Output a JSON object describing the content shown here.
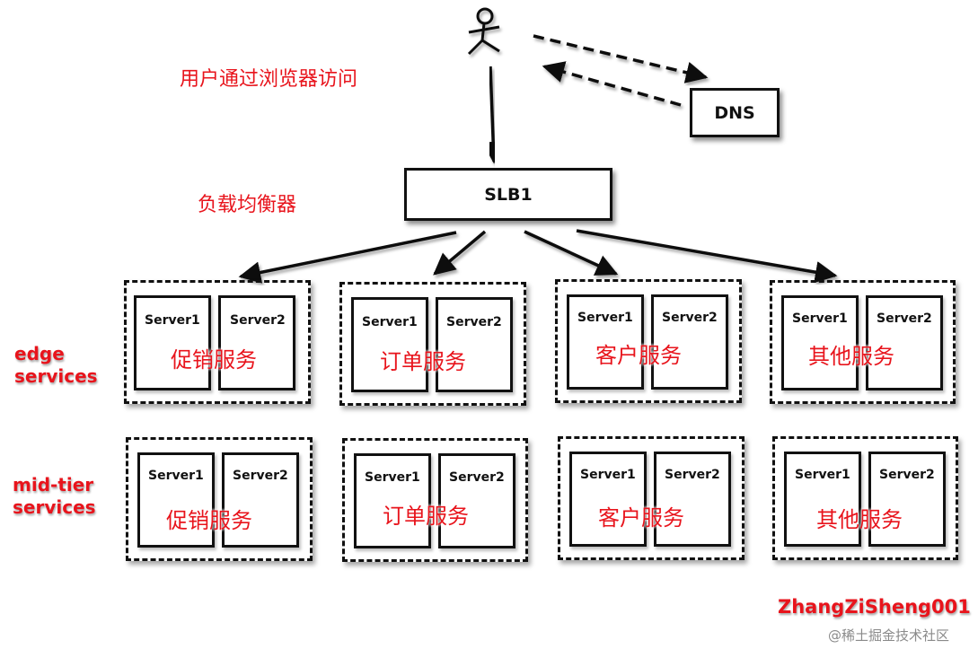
{
  "notes": {
    "browser_access": "用户通过浏览器访问",
    "load_balancer": "负载均衡器"
  },
  "nodes": {
    "dns": "DNS",
    "slb": "SLB1"
  },
  "rows": [
    {
      "label_line1": "edge",
      "label_line2": "services",
      "groups": [
        {
          "service": "促销服务",
          "server1": "Server1",
          "server2": "Server2"
        },
        {
          "service": "订单服务",
          "server1": "Server1",
          "server2": "Server2"
        },
        {
          "service": "客户服务",
          "server1": "Server1",
          "server2": "Server2"
        },
        {
          "service": "其他服务",
          "server1": "Server1",
          "server2": "Server2"
        }
      ]
    },
    {
      "label_line1": "mid-tier",
      "label_line2": "services",
      "groups": [
        {
          "service": "促销服务",
          "server1": "Server1",
          "server2": "Server2"
        },
        {
          "service": "订单服务",
          "server1": "Server1",
          "server2": "Server2"
        },
        {
          "service": "客户服务",
          "server1": "Server1",
          "server2": "Server2"
        },
        {
          "service": "其他服务",
          "server1": "Server1",
          "server2": "Server2"
        }
      ]
    }
  ],
  "author": "ZhangZiSheng001",
  "watermark": "@稀土掘金技术社区"
}
